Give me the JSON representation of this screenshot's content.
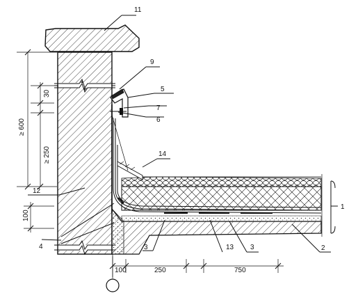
{
  "callouts": {
    "c1": "1",
    "c2": "2",
    "c3a": "3",
    "c3b": "3",
    "c4": "4",
    "c5": "5",
    "c6": "6",
    "c7": "7",
    "c9": "9",
    "c11": "11",
    "c12": "12",
    "c13": "13",
    "c14": "14"
  },
  "dimensions": {
    "d30": "30",
    "d600": "≥ 600",
    "d250v": "≥ 250",
    "d100v": "100",
    "d100h": "100",
    "d250h": "250",
    "d750": "750"
  }
}
